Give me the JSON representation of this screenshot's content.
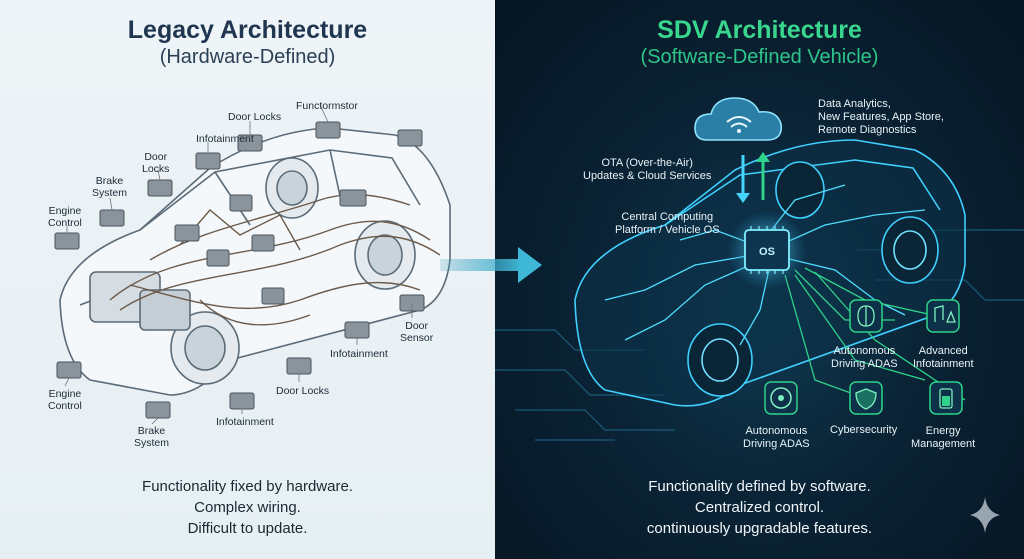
{
  "legacy": {
    "title": "Legacy Architecture",
    "subtitle": "(Hardware-Defined)",
    "labels": {
      "functormstor": "Functormstor",
      "door_locks_top": "Door Locks",
      "infotainment_top": "Infotainment",
      "door_locks_left": "Door\nLocks",
      "brake_system_top": "Brake\nSystem",
      "engine_control_top": "Engine\nControl",
      "door_sensor": "Door\nSensor",
      "infotainment_mid": "Infotainment",
      "door_locks_bottom": "Door Locks",
      "engine_control_bottom": "Engine\nControl",
      "brake_system_bottom": "Brake\nSystem",
      "infotainment_bottom": "Infotainment"
    },
    "caption": [
      "Functionality fixed by hardware.",
      "Complex wiring.",
      "Difficult to update."
    ]
  },
  "sdv": {
    "title": "SDV Architecture",
    "subtitle": "(Software-Defined Vehicle)",
    "cloud_label": "Data Analytics,\nNew Features, App Store,\nRemote Diagnostics",
    "ota_label": "OTA (Over-the-Air)\nUpdates & Cloud Services",
    "central_label": "Central Computing\nPlatform / Vehicle OS",
    "chip_text": "OS",
    "modules": {
      "autonomous_adas_top": "Autonomous\nDriving ADAS",
      "advanced_infotainment": "Advanced\nInfotainment",
      "autonomous_adas_bottom": "Autonomous\nDriving ADAS",
      "cybersecurity": "Cybersecurity",
      "energy_management": "Energy\nManagement"
    },
    "caption": [
      "Functionality defined by software.",
      "Centralized control.",
      "continuously upgradable features."
    ]
  },
  "colors": {
    "legacy_bg": "#eef4f7",
    "sdv_bg": "#0a2335",
    "sdv_accent": "#39d68e",
    "circuit_glow": "#3fd0ff",
    "arrow": "#3a9bb8"
  },
  "icons": [
    "ecu-module-icon",
    "cloud-wifi-icon",
    "chip-icon",
    "brain-icon",
    "music-map-icon",
    "steering-wheel-icon",
    "shield-icon",
    "battery-icon",
    "sparkle-icon",
    "arrow-right-icon"
  ]
}
